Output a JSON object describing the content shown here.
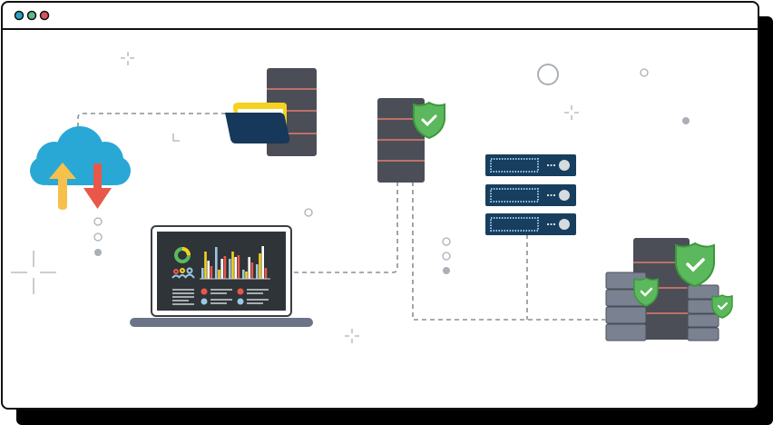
{
  "window": {
    "controls": [
      {
        "name": "dot-1",
        "color": "#2aa3c3"
      },
      {
        "name": "dot-2",
        "color": "#5fb88a"
      },
      {
        "name": "dot-3",
        "color": "#d9555e"
      }
    ]
  },
  "colors": {
    "cloud": "#29a8d6",
    "upload_arrow": "#f7c04a",
    "download_arrow": "#e8584a",
    "server_dark": "#4b4e56",
    "server_stripe": "#e27b6e",
    "rack_navy": "#173e5e",
    "folder_navy": "#16385a",
    "folder_yellow": "#f5d21f",
    "shield_green": "#5cb85c",
    "laptop_screen": "#2f3438",
    "laptop_base": "#6b7587"
  },
  "icons": [
    "cloud-icon",
    "upload-arrow-icon",
    "download-arrow-icon",
    "folder-icon",
    "server-stack-icon",
    "shield-check-icon",
    "rack-server-icon",
    "laptop-dashboard-icon"
  ]
}
